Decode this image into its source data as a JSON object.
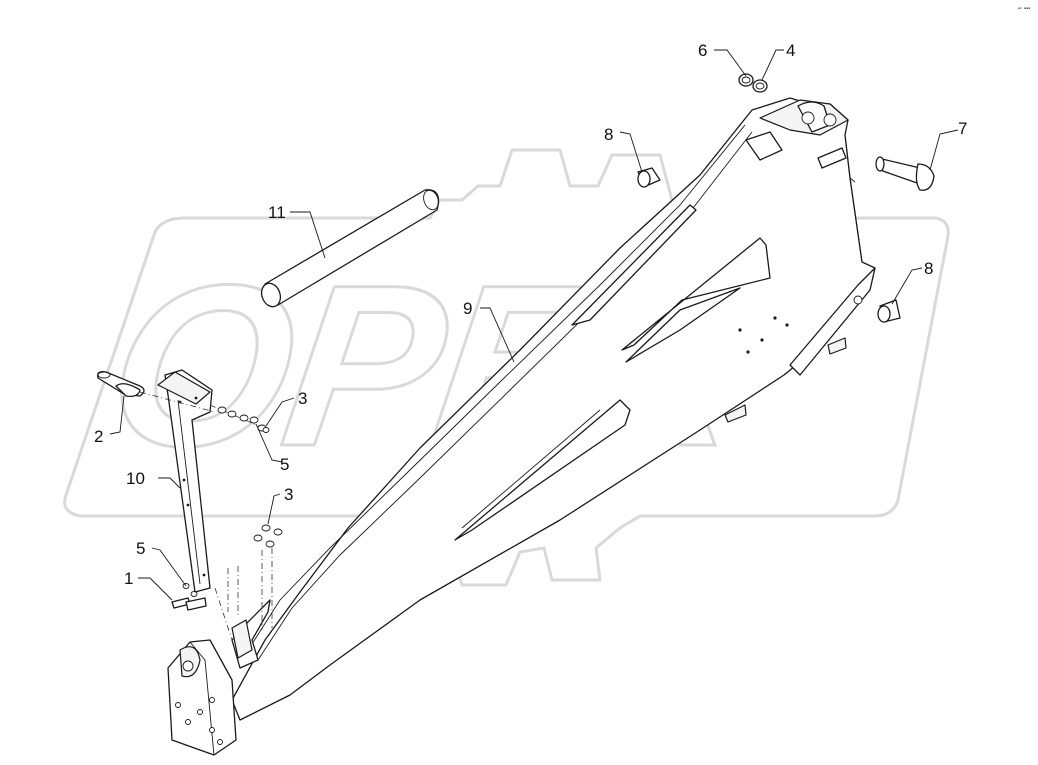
{
  "watermark": {
    "text": "OPEX"
  },
  "corner_mark": "▪▫ ▪▪▪",
  "callouts": [
    {
      "id": "c1",
      "label": "1"
    },
    {
      "id": "c2",
      "label": "2"
    },
    {
      "id": "c3a",
      "label": "3"
    },
    {
      "id": "c3b",
      "label": "3"
    },
    {
      "id": "c4",
      "label": "4"
    },
    {
      "id": "c5a",
      "label": "5"
    },
    {
      "id": "c5b",
      "label": "5"
    },
    {
      "id": "c6",
      "label": "6"
    },
    {
      "id": "c7",
      "label": "7"
    },
    {
      "id": "c8a",
      "label": "8"
    },
    {
      "id": "c8b",
      "label": "8"
    },
    {
      "id": "c9",
      "label": "9"
    },
    {
      "id": "c10",
      "label": "10"
    },
    {
      "id": "c11",
      "label": "11"
    }
  ]
}
